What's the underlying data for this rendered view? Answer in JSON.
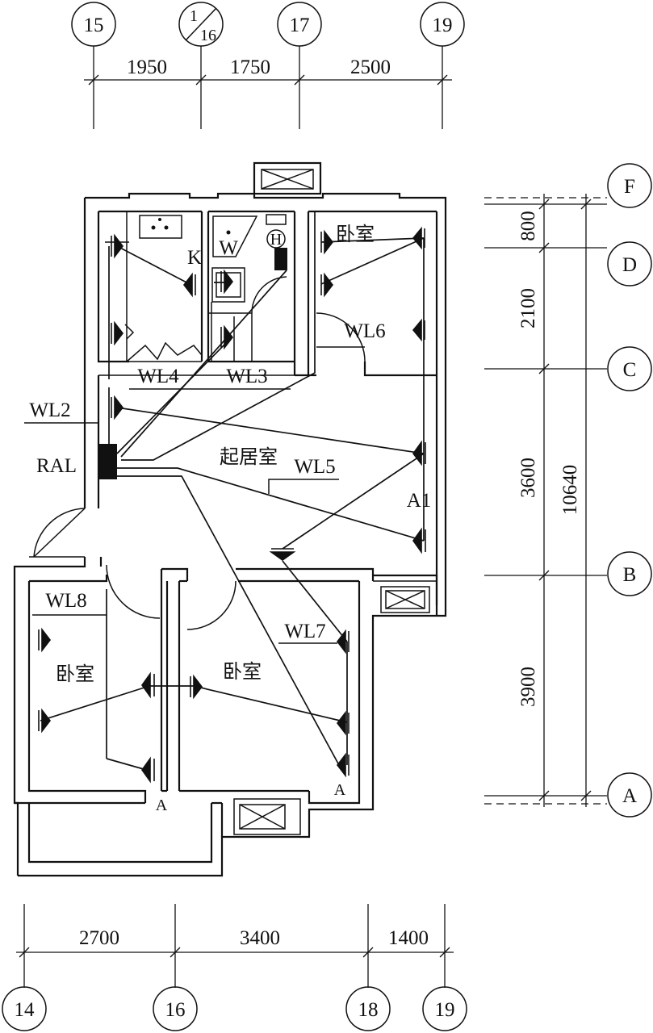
{
  "axes_top": {
    "labels": [
      "15",
      "1/16",
      "17",
      "19"
    ],
    "frac_num": "1",
    "frac_den": "16",
    "dims": [
      "1950",
      "1750",
      "2500"
    ]
  },
  "axes_bottom": {
    "labels": [
      "14",
      "16",
      "18",
      "19"
    ],
    "dims": [
      "2700",
      "3400",
      "1400"
    ]
  },
  "axes_right": {
    "labels": [
      "F",
      "D",
      "C",
      "B",
      "A"
    ],
    "dims": [
      "800",
      "2100",
      "3600",
      "3900"
    ],
    "total": "10640"
  },
  "rooms": {
    "bedroom": "卧室",
    "living": "起居室",
    "kitchen_mark": "K",
    "wash_mark": "W",
    "heater_mark": "H"
  },
  "circuits": {
    "wl2": "WL2",
    "wl3": "WL3",
    "wl4": "WL4",
    "wl5": "WL5",
    "wl6": "WL6",
    "wl7": "WL7",
    "wl8": "WL8"
  },
  "panels": {
    "ral": "RAL",
    "a1": "A1",
    "a": "A"
  }
}
